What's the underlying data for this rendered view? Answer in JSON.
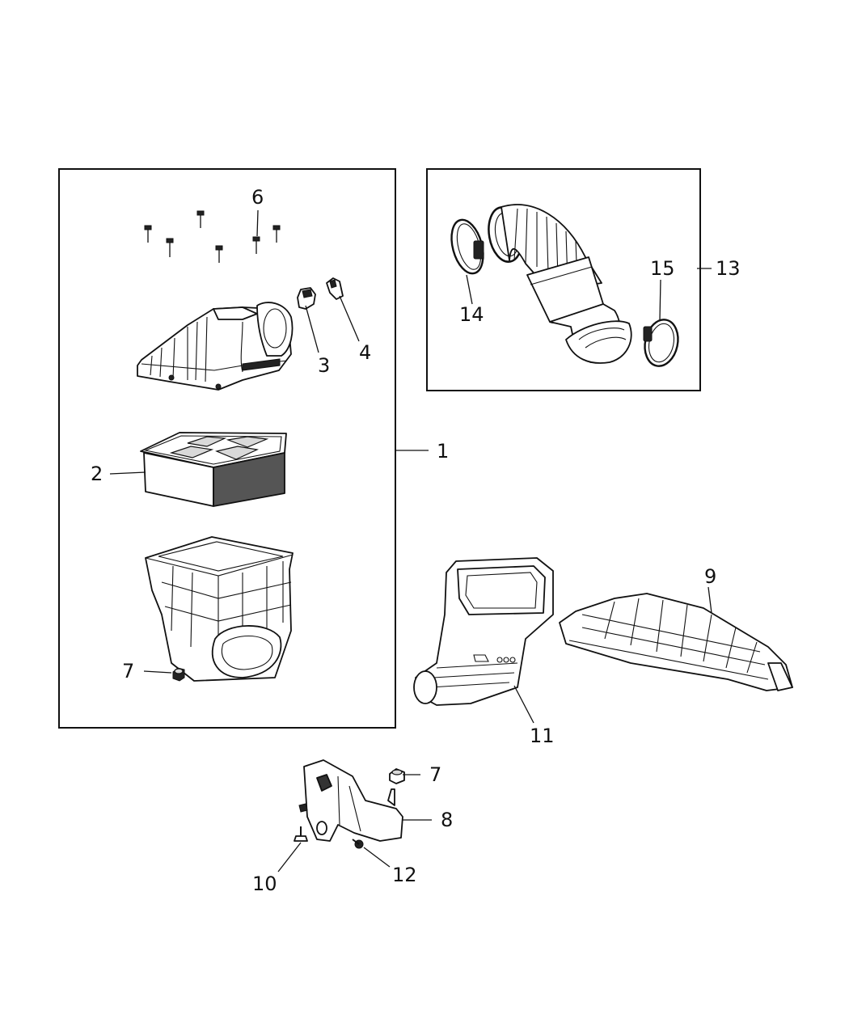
{
  "diagram": {
    "callouts": {
      "c1": "1",
      "c2": "2",
      "c3": "3",
      "c4": "4",
      "c6": "6",
      "c7a": "7",
      "c7b": "7",
      "c8": "8",
      "c9": "9",
      "c10": "10",
      "c11": "11",
      "c12": "12",
      "c13": "13",
      "c14": "14",
      "c15": "15"
    },
    "line_color": "#111111",
    "background": "#ffffff"
  }
}
